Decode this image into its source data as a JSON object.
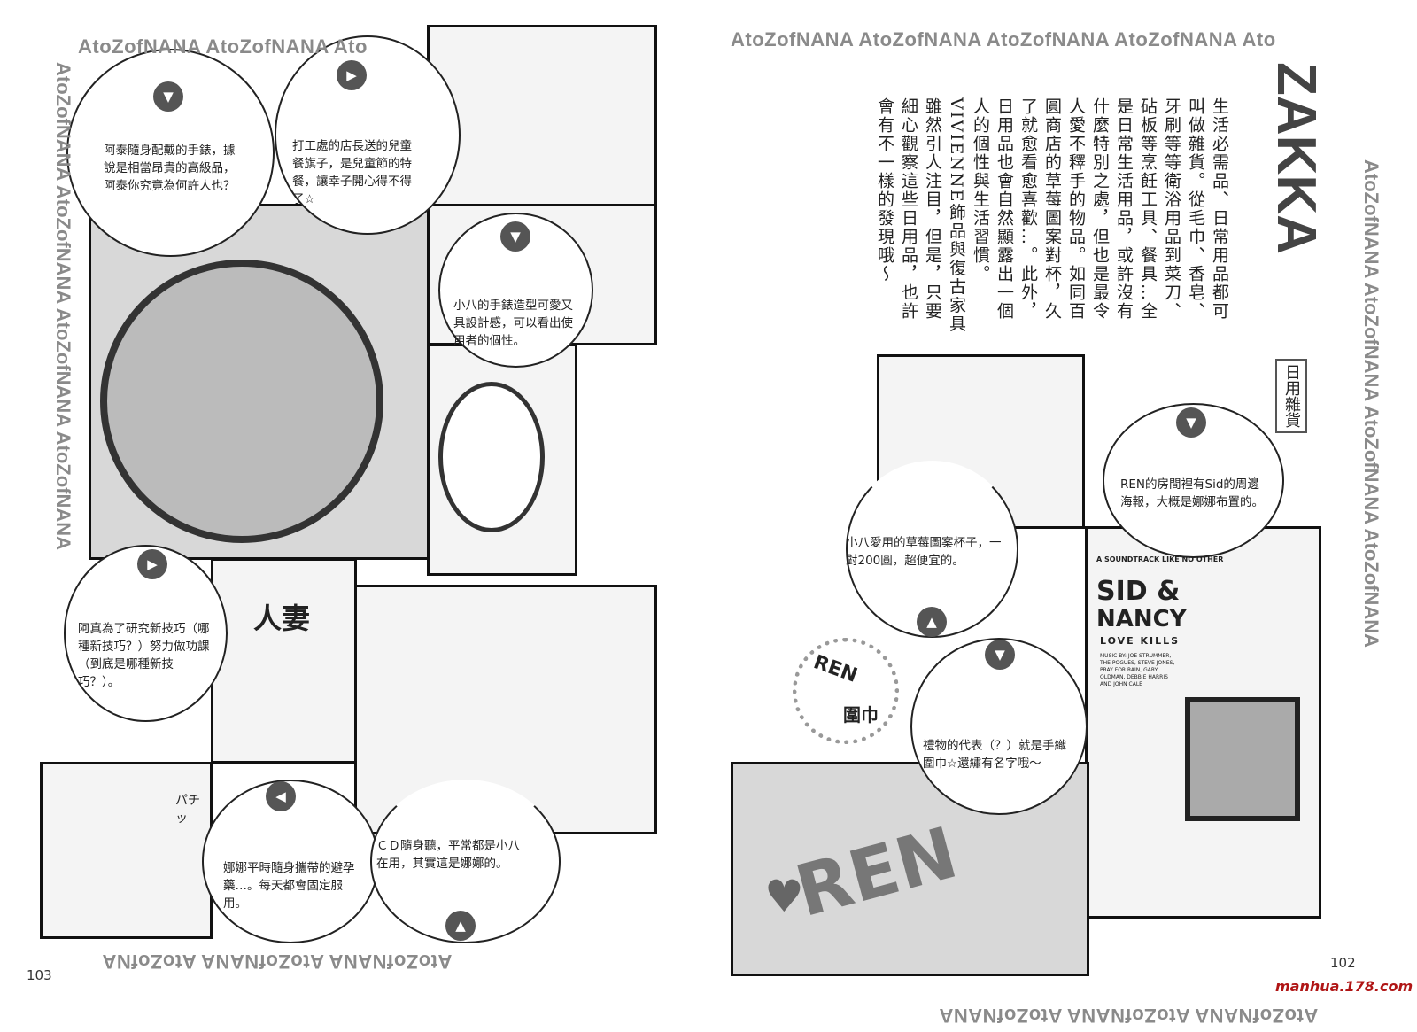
{
  "left_page": {
    "header": "AtoZofNANA AtoZofNANA Ato",
    "side_header": "AtoZofNANA AtoZofNANA AtoZofNANA AtoZofNANA",
    "footer": "AtoZofNANA AtoZofNANA AtoZofNA",
    "page_number": "103",
    "bubbles": [
      {
        "text": "阿泰隨身配戴的手錶，據說是相當昂貴的高級品，阿泰你究竟為何許人也？",
        "arrow": "▼"
      },
      {
        "text": "打工處的店長送的兒童餐旗子，是兒童節的特餐，讓幸子開心得不得了☆",
        "arrow": "▶"
      },
      {
        "text": "小八的手錶造型可愛又具設計感，可以看出使用者的個性。",
        "arrow": "▼"
      },
      {
        "text": "阿真為了研究新技巧（哪種新技巧？）努力做功課（到底是哪種新技巧？）。",
        "arrow": "▶"
      },
      {
        "text": "娜娜平時隨身攜帶的避孕藥…。每天都會固定服用。",
        "arrow": "◀"
      },
      {
        "text": "ＣＤ隨身聽，平常都是小八在用，其實這是娜娜的。",
        "arrow": "▲"
      }
    ],
    "book_title": "人妻",
    "sfx": "パチッ"
  },
  "right_page": {
    "header": "AtoZofNANA AtoZofNANA AtoZofNANA AtoZofNANA Ato",
    "side_header": "AtoZofNANA AtoZofNANA AtoZofNANA AtoZofNANA",
    "footer": "AtoZofNANA AtoZofNANA AtoZofNANA",
    "page_number": "102",
    "title": "ZAKKA",
    "subtitle": "日用雜貨",
    "body": "生活必需品、日常用品都可叫做雜貨。從毛巾、香皂、牙刷等等衛浴用品到菜刀、砧板等烹飪工具、餐具…全是日常生活用品，或許沒有什麼特別之處，但也是最令人愛不釋手的物品。如同百圓商店的草莓圖案對杯，久了就愈看愈喜歡…。此外，日用品也會自然顯露出一個人的個性與生活習慣。VIVIENNE飾品與復古家具雖然引人注目，但是，只要細心觀察這些日用品，也許會有不一樣的發現哦～",
    "bubbles": [
      {
        "text": "REN的房間裡有Sid的周邊海報，大概是娜娜布置的。",
        "arrow": "▼"
      },
      {
        "text": "小八愛用的草莓圖案杯子，一對200圓，超便宜的。",
        "arrow": "▲"
      },
      {
        "text": "禮物的代表（？）就是手織圍巾☆還繡有名字哦～",
        "arrow": "▼"
      }
    ],
    "badge": {
      "line1": "REN",
      "line2": "圍巾"
    },
    "poster": {
      "top": "A SOUNDTRACK LIKE NO OTHER",
      "title1": "SID &",
      "title2": "NANCY",
      "tagline": "LOVE KILLS",
      "credits": "MUSIC BY: JOE STRUMMER, THE POGUES, STEVE JONES, PRAY FOR RAIN, GARY OLDMAN, DEBBIE HARRIS AND JOHN CALE"
    },
    "scarf_text": "REN"
  },
  "watermark": "manhua.178.com"
}
